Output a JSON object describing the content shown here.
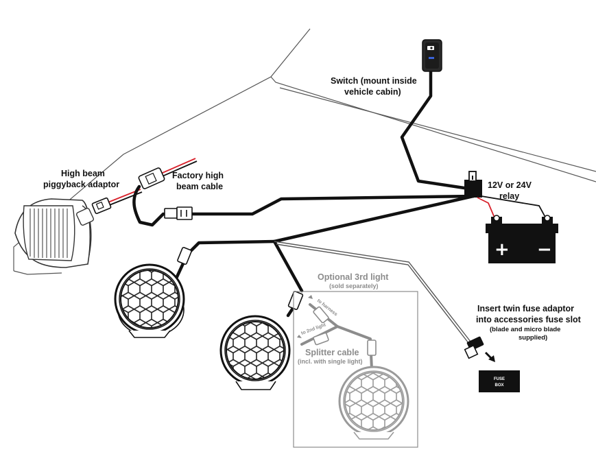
{
  "labels": {
    "switch_line1": "Switch (mount inside",
    "switch_line2": "vehicle cabin)",
    "relay_line1": "12V or 24V",
    "relay_line2": "relay",
    "piggyback_line1": "High beam",
    "piggyback_line2": "piggyback adaptor",
    "factory_line1": "Factory high",
    "factory_line2": "beam cable",
    "optional_line1": "Optional 3rd light",
    "optional_line2": "(sold separately)",
    "to_harness": "to harness",
    "to_2nd_light": "to 2nd light",
    "splitter_line1": "Splitter cable",
    "splitter_line2": "(incl. with single light)",
    "fuse_adaptor_line1": "Insert twin fuse adaptor",
    "fuse_adaptor_line2": "into accessories fuse slot",
    "fuse_adaptor_line3": "(blade and micro blade",
    "fuse_adaptor_line4": "supplied)",
    "fuse_box_line1": "FUSE",
    "fuse_box_line2": "BOX",
    "battery_plus": "+",
    "battery_minus": "−"
  },
  "colors": {
    "wire": "#111111",
    "positive_wire": "#d8202a",
    "accessory_grey": "#8c8c8c",
    "switch_indicator": "#3a63d8",
    "outline": "#444444"
  }
}
